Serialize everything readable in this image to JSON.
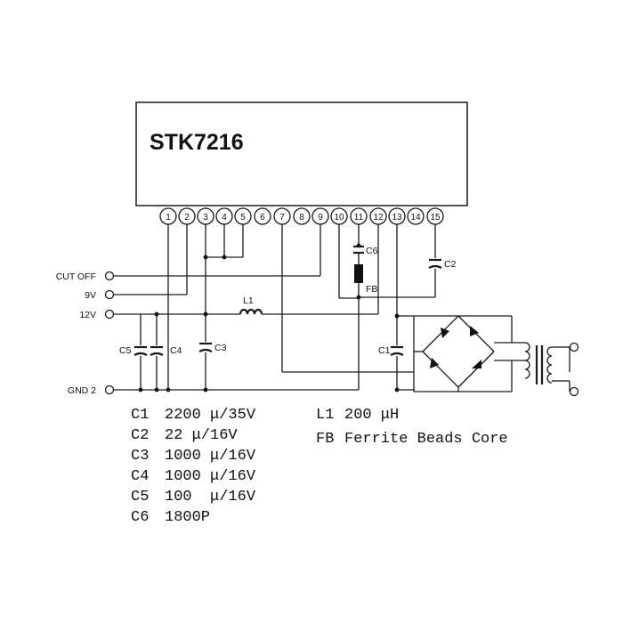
{
  "chip": {
    "name": "STK7216"
  },
  "pins": [
    "1",
    "2",
    "3",
    "4",
    "5",
    "6",
    "7",
    "8",
    "9",
    "10",
    "11",
    "12",
    "13",
    "14",
    "15"
  ],
  "terminals": {
    "cut_off": "CUT OFF",
    "v9": "9V",
    "v12": "12V",
    "gnd": "GND 2"
  },
  "components": {
    "c1": "C1",
    "c2": "C2",
    "c3": "C3",
    "c4": "C4",
    "c5": "C5",
    "c6": "C6",
    "l1": "L1",
    "fb": "FB"
  },
  "legend": [
    {
      "ref": "C1",
      "value": "2200 μ/35V"
    },
    {
      "ref": "C2",
      "value": "22 μ/16V"
    },
    {
      "ref": "C3",
      "value": "1000 μ/16V"
    },
    {
      "ref": "C4",
      "value": "1000 μ/16V"
    },
    {
      "ref": "C5",
      "value": "100  μ/16V"
    },
    {
      "ref": "C6",
      "value": "1800P"
    }
  ],
  "legend_right": [
    {
      "ref": "L1",
      "value": "200 μH"
    },
    {
      "ref": "FB",
      "value": "Ferrite Beads Core"
    }
  ]
}
